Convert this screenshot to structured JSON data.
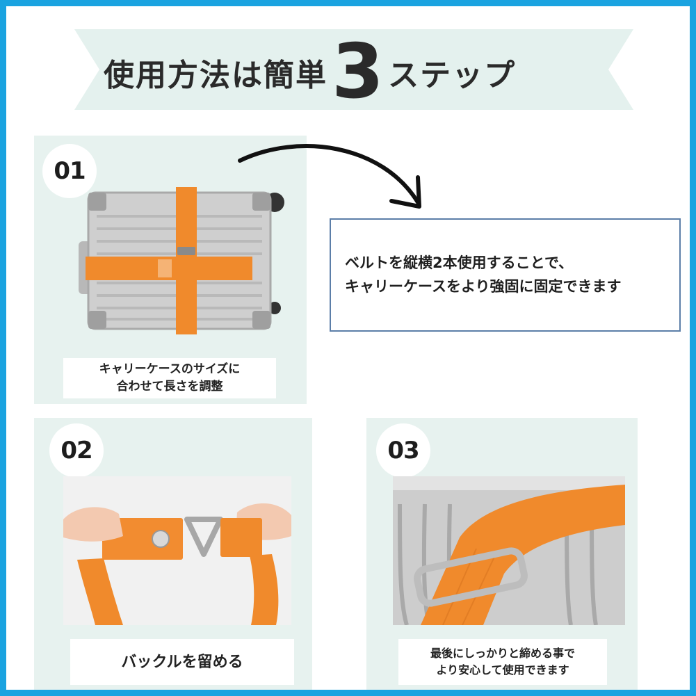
{
  "header": {
    "title_part1": "使用方法は簡単",
    "title_number": "3",
    "title_part2": "ステップ"
  },
  "steps": [
    {
      "number": "01",
      "caption_line1": "キャリーケースのサイズに",
      "caption_line2": "合わせて長さを調整"
    },
    {
      "number": "02",
      "caption_line1": "バックルを留める"
    },
    {
      "number": "03",
      "caption_line1": "最後にしっかりと締める事で",
      "caption_line2": "より安心して使用できます"
    }
  ],
  "note": {
    "line1": "ベルトを縦横2本使用することで、",
    "line2": "キャリーケースをより強固に固定できます"
  },
  "colors": {
    "frame": "#1aa3e0",
    "ribbon": "#e4f1ee",
    "panel": "#e7f2ef",
    "belt": "#f08a2c",
    "note_border": "#5b7ea8"
  }
}
